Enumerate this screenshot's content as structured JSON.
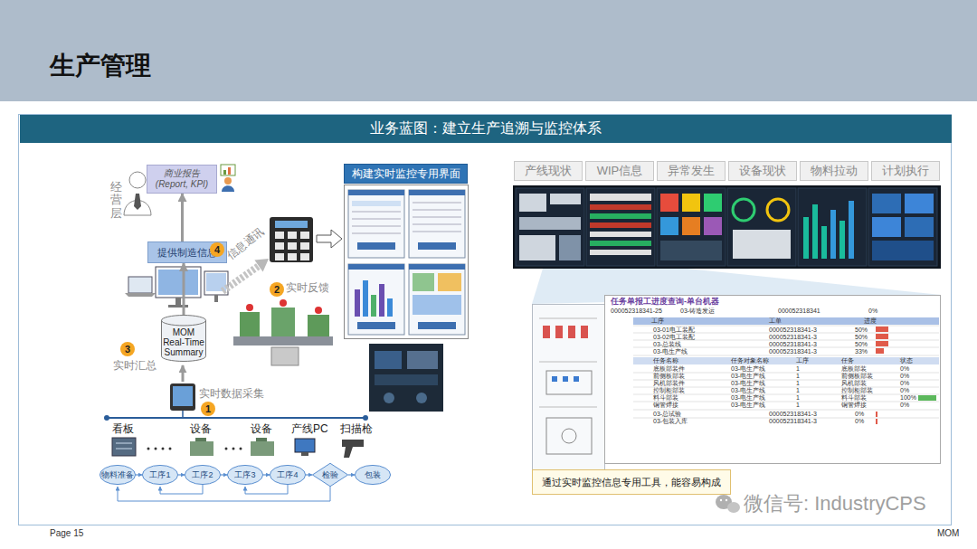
{
  "diagram": {
    "title": "生产管理",
    "nodes": [
      {
        "text": [
          "业务蓝图：建立生产追溯与监控体系"
        ]
      },
      {
        "text": [
          "商业报告 (Report, KPI)"
        ]
      },
      {
        "text": [
          "提供制造信息"
        ]
      },
      {
        "text": [
          "MOM Real-Time Summary"
        ]
      },
      {
        "text": [
          "构建实时监控专用界面"
        ]
      },
      {
        "text": [
          "产线现状"
        ]
      },
      {
        "text": [
          "WIP信息"
        ]
      },
      {
        "text": [
          "异常发生"
        ]
      },
      {
        "text": [
          "设备现状"
        ]
      },
      {
        "text": [
          "物料拉动"
        ]
      },
      {
        "text": [
          "计划执行"
        ]
      },
      {
        "text": [
          "物料准备"
        ]
      },
      {
        "text": [
          "工序1"
        ]
      },
      {
        "text": [
          "工序2"
        ]
      },
      {
        "text": [
          "工序3"
        ]
      },
      {
        "text": [
          "工序4"
        ]
      },
      {
        "text": [
          "检验"
        ]
      },
      {
        "text": [
          "包装"
        ]
      },
      {
        "text": [
          "通过实时监控信息专用工具，能容易构成"
        ]
      }
    ],
    "edges": [
      {
        "from": 3,
        "to": 2,
        "arrow": "to"
      },
      {
        "from": 2,
        "to": 1,
        "arrow": "to"
      },
      {
        "from": 11,
        "to": 12,
        "arrow": "to"
      },
      {
        "from": 12,
        "to": 13,
        "arrow": "to"
      },
      {
        "from": 13,
        "to": 14,
        "arrow": "to"
      },
      {
        "from": 14,
        "to": 15,
        "arrow": "to"
      },
      {
        "from": 15,
        "to": 16,
        "arrow": "to"
      },
      {
        "from": 16,
        "to": 17,
        "arrow": "to"
      }
    ],
    "labels": [
      "经营层",
      "4",
      "信息通讯",
      "2",
      "实时反馈",
      "3",
      "实时汇总",
      "1",
      "实时数据采集",
      "看板",
      "设备",
      "设备",
      "产线PC",
      "扫描枪",
      "Page 15",
      "MOM",
      "微信号: IndustryCPS",
      "任务单报工进度查询-单台机器",
      "000052318341-25",
      "03-铸造发运",
      "000052318341",
      "0%",
      "工序",
      "工单",
      "进度",
      "03-01电工装配",
      "000052318341-3",
      "50%",
      "03-02电工装配",
      "000052318341-3",
      "50%",
      "03-总装线",
      "000052318341-3",
      "50%",
      "03-电生产线",
      "000052318341-3",
      "33%",
      "任务名称",
      "任务对象名称",
      "工序",
      "任务",
      "状态",
      "底板部装件",
      "03-电生产线",
      "1",
      "底板部装",
      "0%",
      "前侧板部装",
      "03-电生产线",
      "1",
      "前侧板部装",
      "0%",
      "风机部装件",
      "03-电生产线",
      "1",
      "风机部装",
      "0%",
      "控制柜部装",
      "03-电生产线",
      "1",
      "控制柜部装",
      "0%",
      "料斗部装",
      "03-电生产线",
      "1",
      "料斗部装",
      "100%",
      "铜管焊接",
      "03-电生产线",
      "1",
      "铜管焊接",
      "0%",
      "03-总试验",
      "000052318341-3",
      "0%",
      "03-包装入库",
      "000052318341-3",
      "0%"
    ]
  }
}
